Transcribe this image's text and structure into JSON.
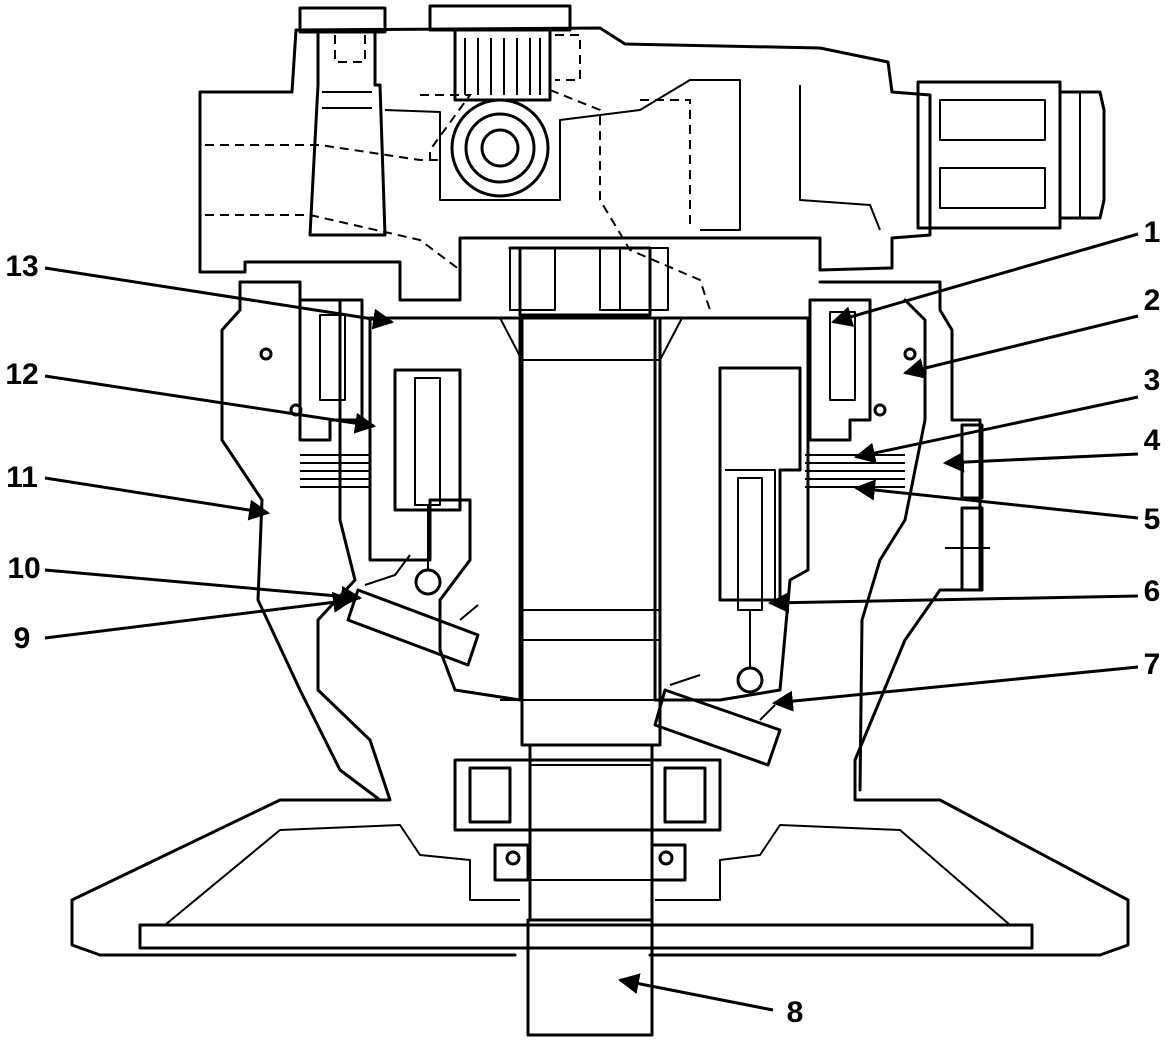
{
  "callouts": [
    {
      "id": "1",
      "text": "1"
    },
    {
      "id": "2",
      "text": "2"
    },
    {
      "id": "3",
      "text": "3"
    },
    {
      "id": "4",
      "text": "4"
    },
    {
      "id": "5",
      "text": "5"
    },
    {
      "id": "6",
      "text": "6"
    },
    {
      "id": "7",
      "text": "7"
    },
    {
      "id": "8",
      "text": "8"
    },
    {
      "id": "9",
      "text": "9"
    },
    {
      "id": "10",
      "text": "10"
    },
    {
      "id": "11",
      "text": "11"
    },
    {
      "id": "12",
      "text": "12"
    },
    {
      "id": "13",
      "text": "13"
    }
  ],
  "colors": {
    "ink": "#000000",
    "paper": "#ffffff"
  }
}
